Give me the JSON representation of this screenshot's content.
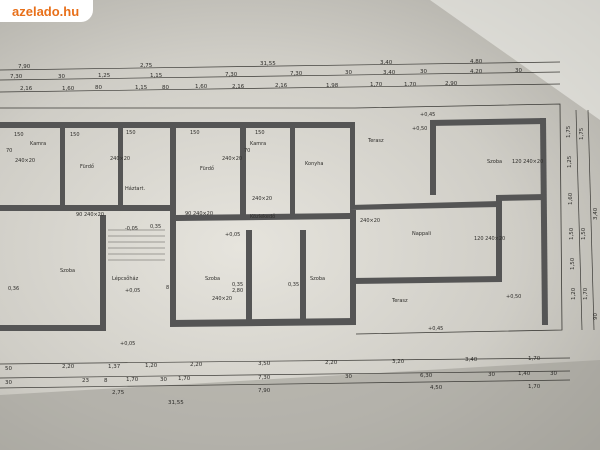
{
  "watermark": {
    "site": "azelado.hu"
  },
  "dimensions": {
    "top_row1": [
      "7,90",
      "2,75",
      "31,55",
      "3,40",
      "4,80"
    ],
    "top_row2": [
      "7,30",
      "30",
      "1,25",
      "1,15",
      "7,30",
      "7,30",
      "30",
      "3,40",
      "30",
      "4,20",
      "30"
    ],
    "top_row3": [
      "2,16",
      "1,60",
      "80",
      "1,15",
      "80",
      "1,60",
      "2,16",
      "2,16",
      "1,98",
      "1,70",
      "1,70",
      "2,90"
    ],
    "bottom_row1": [
      "50",
      "2,20",
      "1,37",
      "1,20",
      "2,20",
      "3,50",
      "2,20",
      "3,20",
      "3,40",
      "1,70"
    ],
    "bottom_row2": [
      "30",
      "23",
      "8",
      "1,70",
      "30",
      "1,70",
      "7,30",
      "30",
      "6,30",
      "30",
      "1,40",
      "30"
    ],
    "bottom_row3": [
      "2,75",
      "7,90",
      "4,50",
      "1,70"
    ],
    "bottom_total": "31,55",
    "right_side": [
      "1,75",
      "1,75",
      "1,25",
      "1,60",
      "1,50",
      "1,50",
      "1,50",
      "1,20",
      "3,40",
      "1,70",
      "90"
    ]
  },
  "rooms": {
    "left_unit": [
      "Kamra",
      "Fürdő",
      "Háztart.",
      "Szoba",
      "Lépcsőház"
    ],
    "middle_unit": [
      "Fürdő",
      "Kamra",
      "Konyha",
      "Közlekedő",
      "Szoba",
      "Szoba"
    ],
    "right_unit": [
      "Terasz",
      "Szoba",
      "Nappali",
      "Terasz"
    ]
  },
  "openings": [
    "240×20",
    "240×20",
    "240×20",
    "240×20",
    "240×20",
    "120 240×20",
    "120 240×20",
    "90 240×20",
    "90 240×20",
    "240×20",
    "150",
    "150",
    "150",
    "150",
    "150",
    "70",
    "70"
  ],
  "levels": [
    "+0,45",
    "+0,50",
    "+0,50",
    "+0,45",
    "-0,05",
    "+0,05",
    "+0,05",
    "+0,05"
  ],
  "annotations": [
    "0,35",
    "0,36",
    "0,35",
    "0,35",
    "2,80",
    "8"
  ]
}
